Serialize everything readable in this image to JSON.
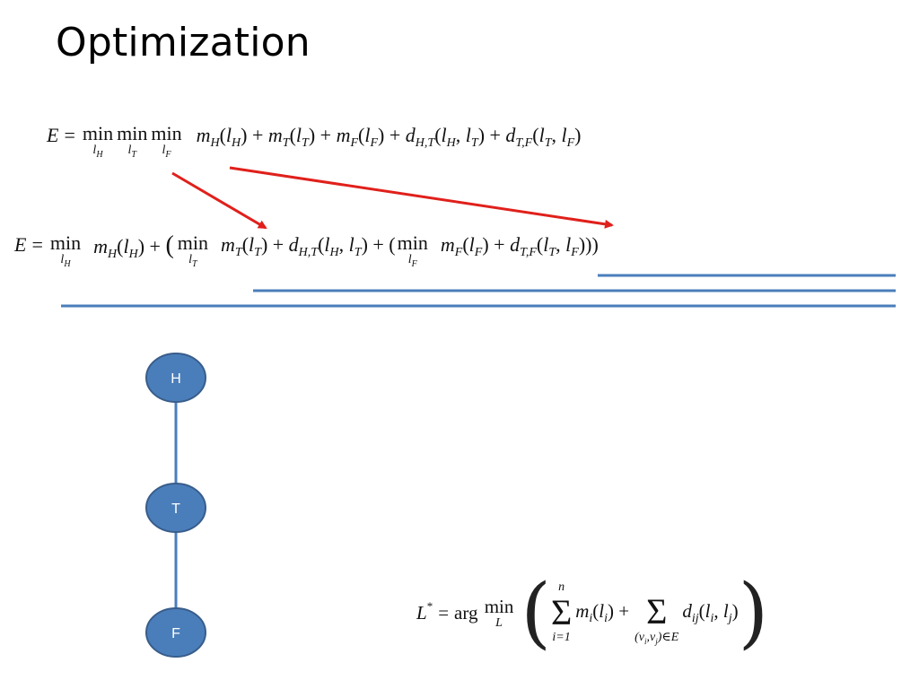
{
  "slide": {
    "title": "Optimization"
  },
  "equation1": {
    "lhs": "E",
    "equals": "=",
    "min_word": "min",
    "limits": [
      "l_H",
      "l_T",
      "l_F"
    ],
    "rhs": "m_H(l_H) + m_T(l_T) + m_F(l_F) + d_{H,T}(l_H, l_T) + d_{T,F}(l_T, l_F)"
  },
  "equation2": {
    "lhs": "E",
    "equals": "=",
    "min_word": "min",
    "limits": [
      "l_H",
      "l_T",
      "l_F"
    ],
    "rhs": "m_H(l_H) + (min_{l_T} m_T(l_T) + d_{H,T}(l_H, l_T) + (min_{l_F} m_F(l_F) + d_{T,F}(l_T, l_F)))"
  },
  "equation3": {
    "latex": "L^* = \\arg\\min_L \\left( \\sum_{i=1}^{n} m_i(l_i) + \\sum_{(v_i,v_j)\\in E} d_{ij}(l_i, l_j) \\right)"
  },
  "graph": {
    "nodes": [
      {
        "id": "H",
        "label": "H"
      },
      {
        "id": "T",
        "label": "T"
      },
      {
        "id": "F",
        "label": "F"
      }
    ],
    "edges": [
      {
        "from": "H",
        "to": "T"
      },
      {
        "from": "T",
        "to": "F"
      }
    ],
    "node_color": "#4a7ebb",
    "node_border": "#385d8a",
    "edge_color": "#4a7ebb"
  },
  "annotations": {
    "arrow_color": "#e0201b",
    "underline_color": "#4a7ebb"
  }
}
